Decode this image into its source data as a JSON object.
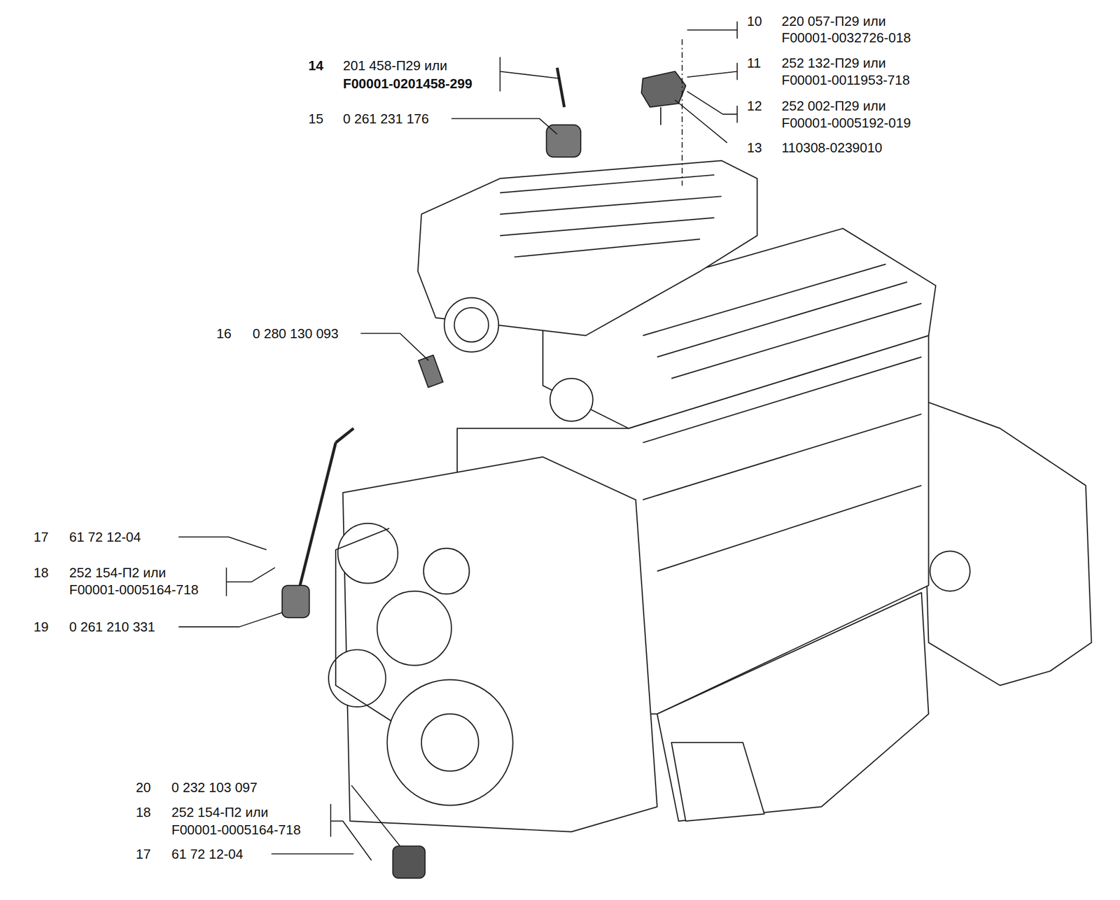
{
  "diagram": {
    "labels": [
      "14",
      "201 458-П29 или",
      "F00001-0201458-299",
      "10",
      "220 057-П29 или",
      "F00001-0032726-018",
      "11",
      "252 132-П29 или",
      "F00001-0011953-718",
      "15",
      "0 261 231 176",
      "12",
      "252 002-П29 или",
      "F00001-0005192-019",
      "13",
      "110308-0239010",
      "16",
      "0 280 130 093",
      "17",
      "61 72 12-04",
      "18",
      "252 154-П2 или",
      "F00001-0005164-718",
      "19",
      "0 261 210 331",
      "20",
      "0 232 103 097",
      "18",
      "252 154-П2 или",
      "F00001-0005164-718",
      "17",
      "61 72 12-04"
    ]
  }
}
